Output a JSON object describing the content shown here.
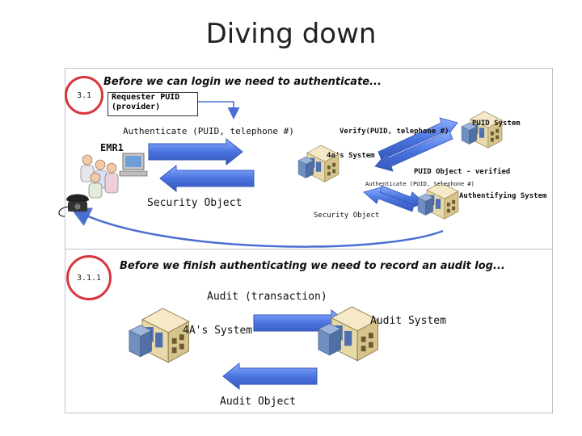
{
  "slide": {
    "title": "Diving down"
  },
  "section1": {
    "number": "3.1",
    "heading": "Before we can login we need to authenticate...",
    "requester_line1": "Requester PUID",
    "requester_line2": "(provider)",
    "authenticate_label": "Authenticate (PUID, telephone #)",
    "verify_label": "Verify(PUID, telephone #)",
    "puid_system_label": "PUID System",
    "emr_label": "EMR1",
    "fourA_system_label": "4a's System",
    "puid_object_label": "PUID Object - verified",
    "authenticate_small_label": "Authenticate (PUID, telephone #)",
    "authentifying_system_label": "Authentifying System",
    "security_object_main_label": "Security Object",
    "security_object_small_label": "Security Object"
  },
  "section2": {
    "number": "3.1.1",
    "heading": "Before we finish authenticating we need to record an audit log...",
    "audit_transaction_label": "Audit (transaction)",
    "fourA_system_label": "4A's System",
    "audit_system_label": "Audit System",
    "audit_object_label": "Audit Object"
  },
  "colors": {
    "arrow_blue": "#4a6fd0",
    "callout_red": "#d8353d",
    "panel_border": "#b9c4cc"
  },
  "icons": [
    "telephone-icon",
    "people-group-icon",
    "computer-icon",
    "server-building-icon"
  ]
}
